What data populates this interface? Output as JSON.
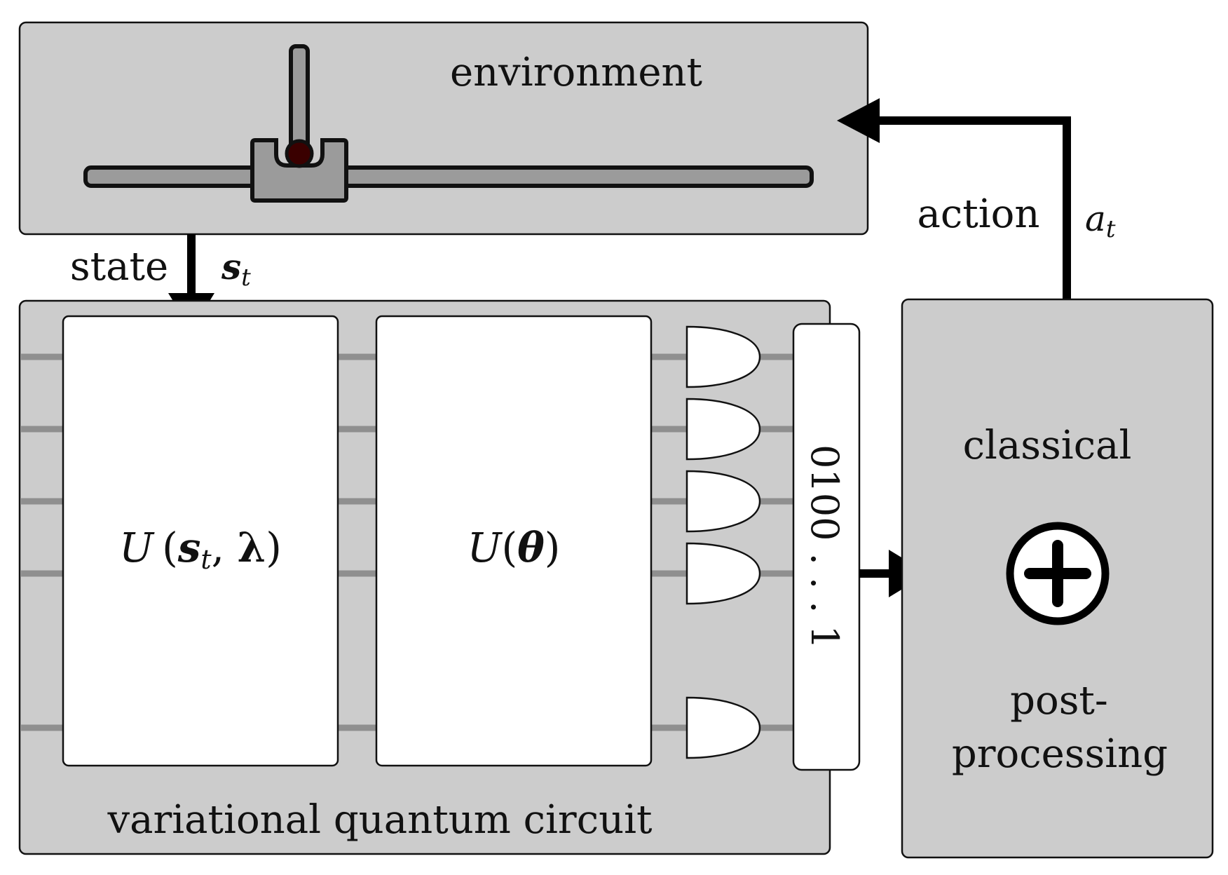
{
  "environment": {
    "title": "environment"
  },
  "state": {
    "label": "state",
    "symbol": "s",
    "subscript": "t"
  },
  "action": {
    "label": "action",
    "symbol": "a",
    "subscript": "t"
  },
  "circuit": {
    "title": "variational quantum circuit",
    "encoding_gate": {
      "U": "U",
      "open": "(",
      "s": "s",
      "sub": "t",
      "comma": ", ",
      "lambda": "λ",
      "close": ")"
    },
    "variational_gate": {
      "U": "U",
      "open": "(",
      "theta": "θ",
      "close": ")"
    },
    "measurement_readout": "0100 . . . 1"
  },
  "postprocessing": {
    "line1": "classical",
    "line2": "post-",
    "line3": "processing",
    "operator_symbol": "⊕"
  },
  "colors": {
    "panel_fill": "#cccccc",
    "panel_stroke": "#111111",
    "wire": "#8f8f8f",
    "gate_fill": "#ffffff",
    "arrow": "#000000",
    "cart_fill": "#9b9b9b",
    "pole_pivot": "#3a0000"
  }
}
